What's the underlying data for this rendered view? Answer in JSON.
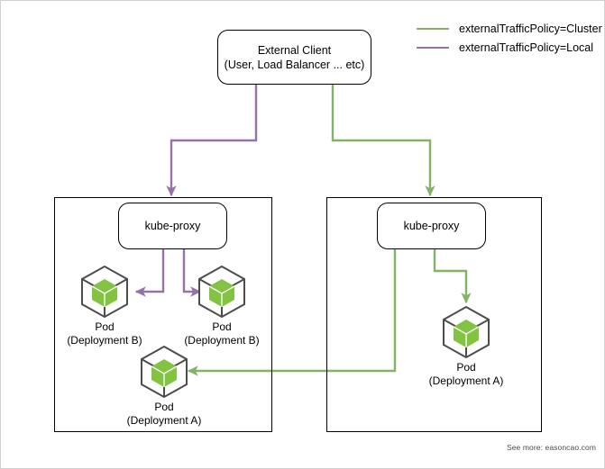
{
  "colors": {
    "cluster": "#82b366",
    "local": "#9673a6",
    "stroke": "#000000",
    "pod_outline": "#4d4d4d",
    "pod_fill": "#82c341",
    "background": "#ffffff"
  },
  "legend": {
    "title": "",
    "items": [
      {
        "label": "externalTrafficPolicy=Cluster",
        "color": "#82b366",
        "icon": "line-swatch-green"
      },
      {
        "label": "externalTrafficPolicy=Local",
        "color": "#9673a6",
        "icon": "line-swatch-purple"
      }
    ]
  },
  "client": {
    "line1": "External Client",
    "line2": "(User, Load Balancer ... etc)"
  },
  "nodes": [
    {
      "id": "node-left",
      "proxy_label": "kube-proxy",
      "pods": [
        {
          "id": "pod-b-left",
          "line1": "Pod",
          "line2": "(Deployment B)"
        },
        {
          "id": "pod-b-right",
          "line1": "Pod",
          "line2": "(Deployment B)"
        },
        {
          "id": "pod-a-left",
          "line1": "Pod",
          "line2": "(Deployment A)"
        }
      ]
    },
    {
      "id": "node-right",
      "proxy_label": "kube-proxy",
      "pods": [
        {
          "id": "pod-a-right",
          "line1": "Pod",
          "line2": "(Deployment A)"
        }
      ]
    }
  ],
  "footer": {
    "text": "See more: easoncao.com"
  }
}
